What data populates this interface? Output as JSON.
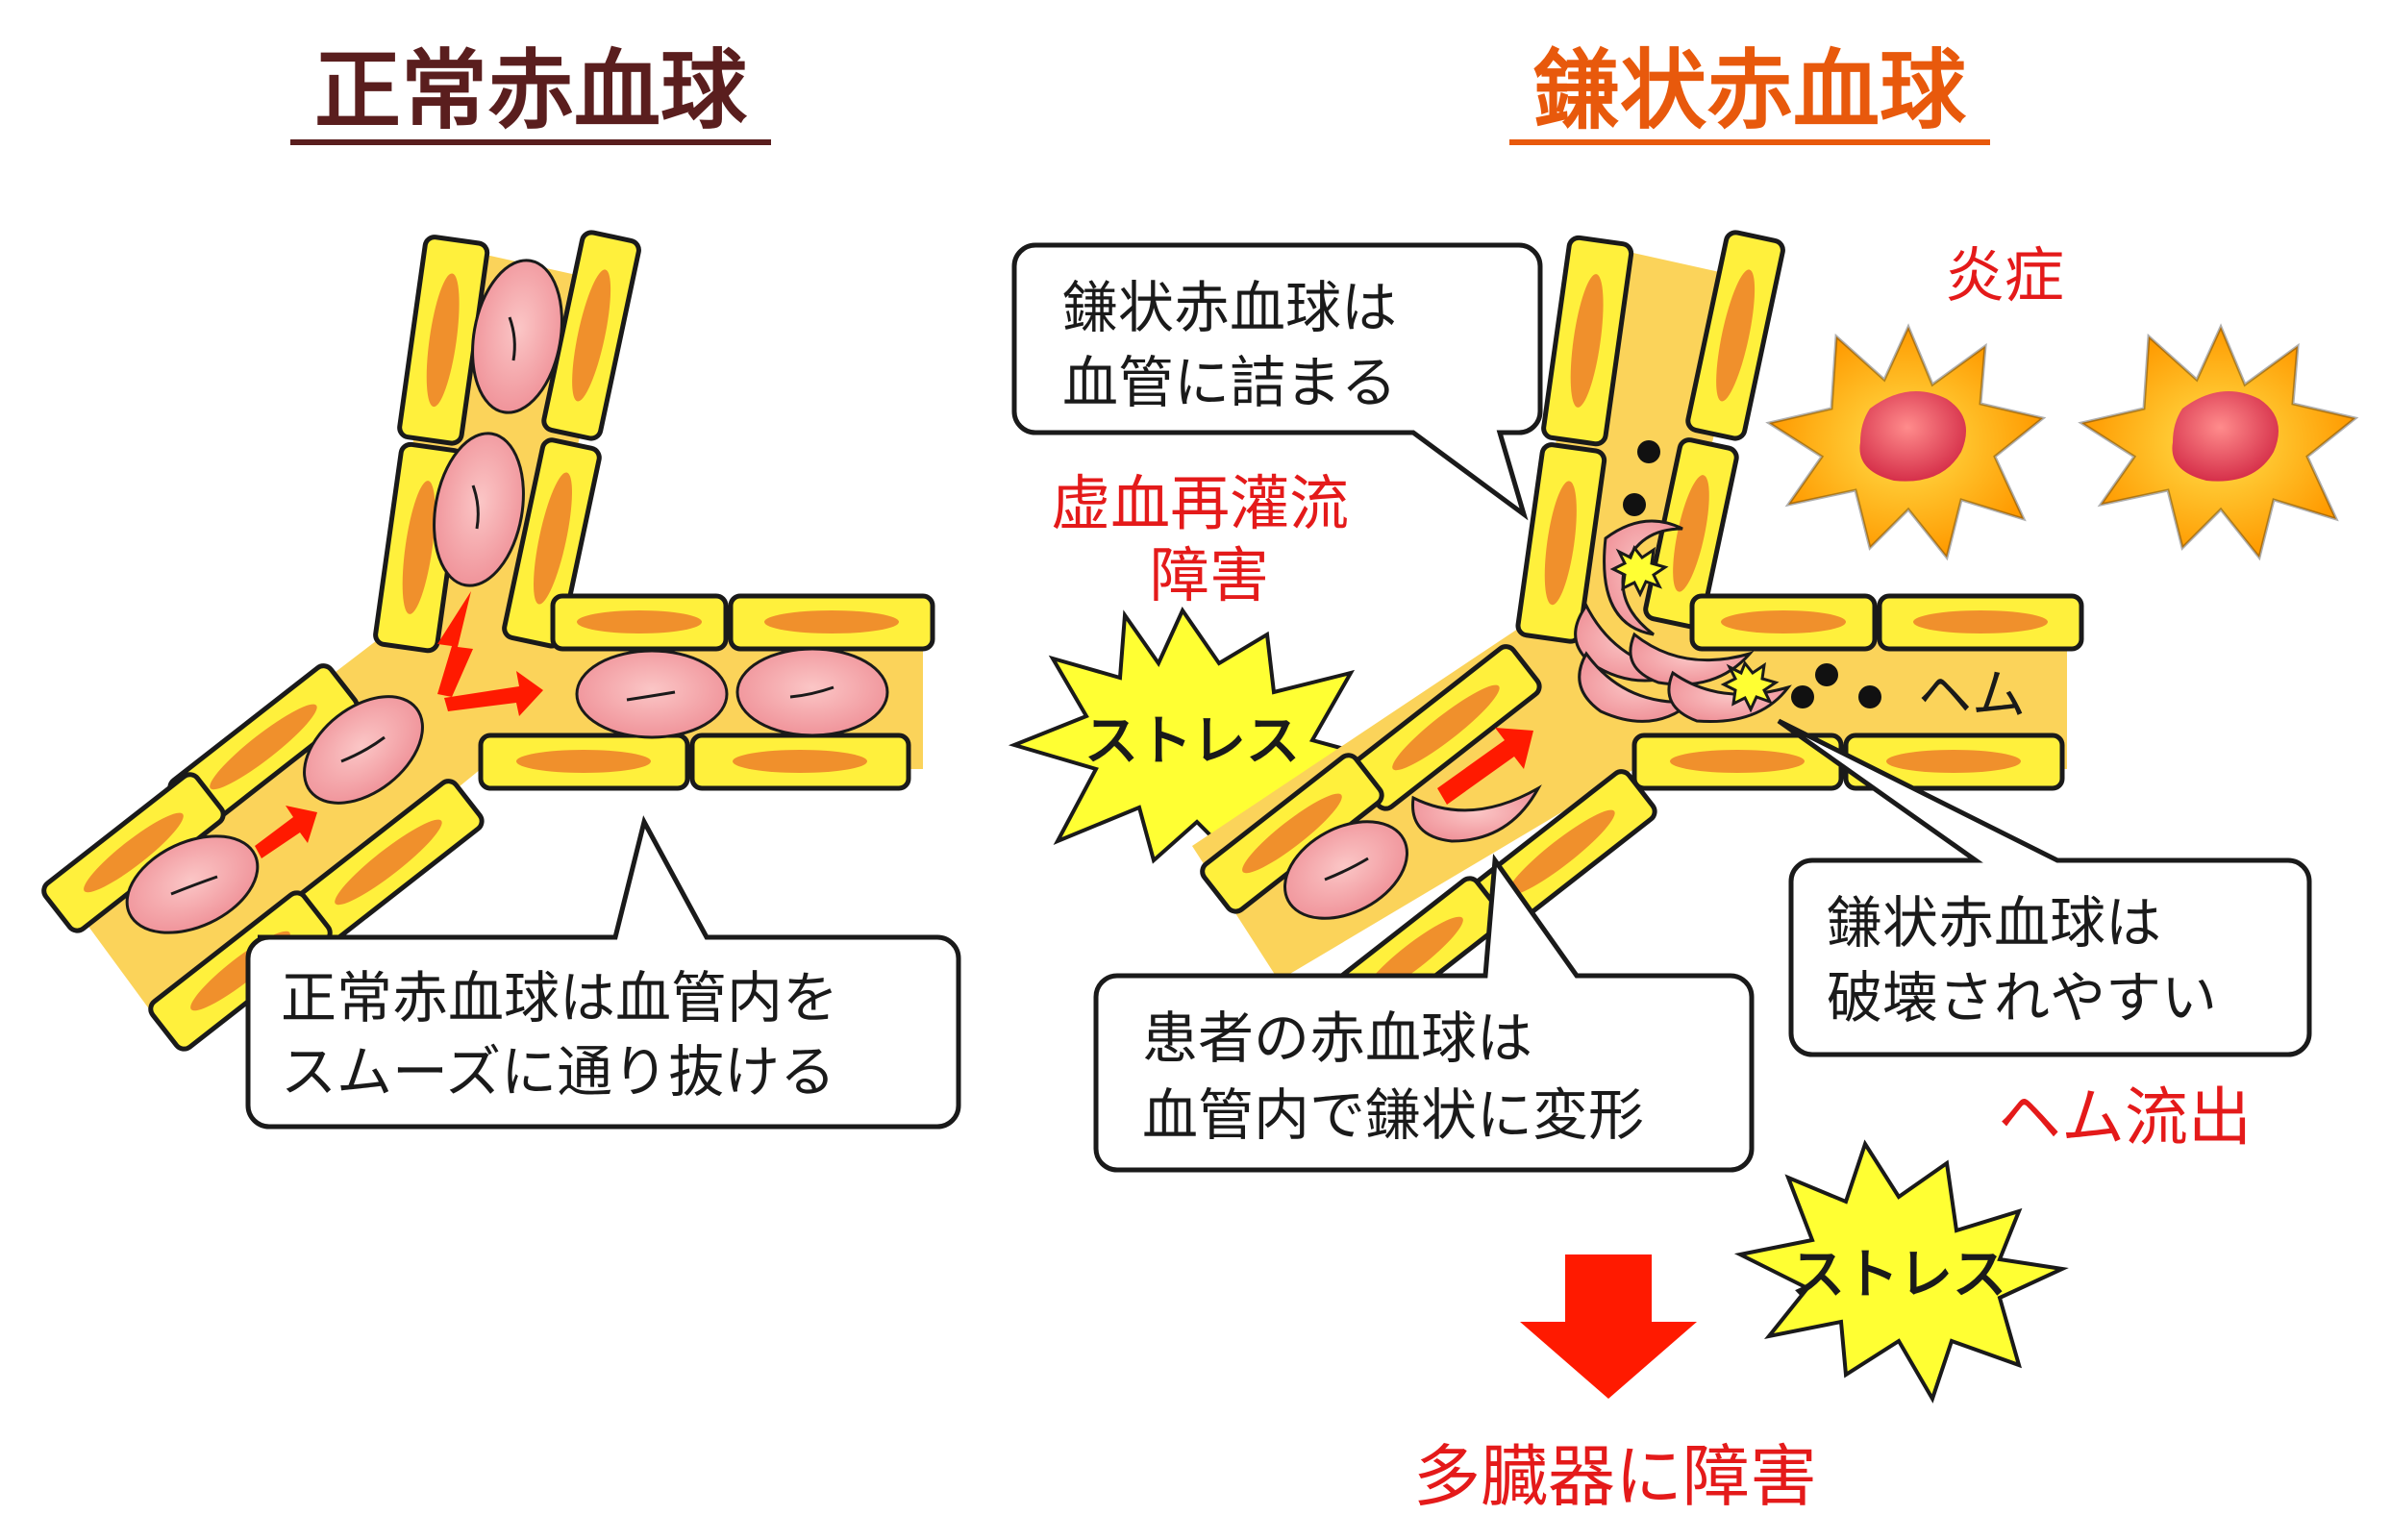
{
  "titles": {
    "normal": "正常赤血球",
    "sickle": "鎌状赤血球"
  },
  "callouts": {
    "normal_flow": [
      "正常赤血球は血管内を",
      "スムーズに通り抜ける"
    ],
    "sickle_clog": [
      "鎌状赤血球は",
      "血管に詰まる"
    ],
    "sickle_deform": [
      "患者の赤血球は",
      "血管内で鎌状に変形"
    ],
    "sickle_fragile": [
      "鎌状赤血球は",
      "破壊されやすい"
    ]
  },
  "labels": {
    "ischemia": [
      "虚血再灌流",
      "障害"
    ],
    "inflammation": "炎症",
    "heme_in_vessel": "ヘム",
    "heme_release": "ヘム流出",
    "stress": "ストレス",
    "organ_damage": "多臓器に障害"
  },
  "colors": {
    "normal_title": "#5a1e1e",
    "sickle_title": "#e8590c",
    "red_text": "#e41a1a",
    "vessel_fill": "#fbd35a",
    "endothelial": "#fff03c",
    "nucleus": "#f0902c",
    "rbc": "#f5a3a3",
    "burst": "#ffff33",
    "arrow": "#ff1a00"
  }
}
